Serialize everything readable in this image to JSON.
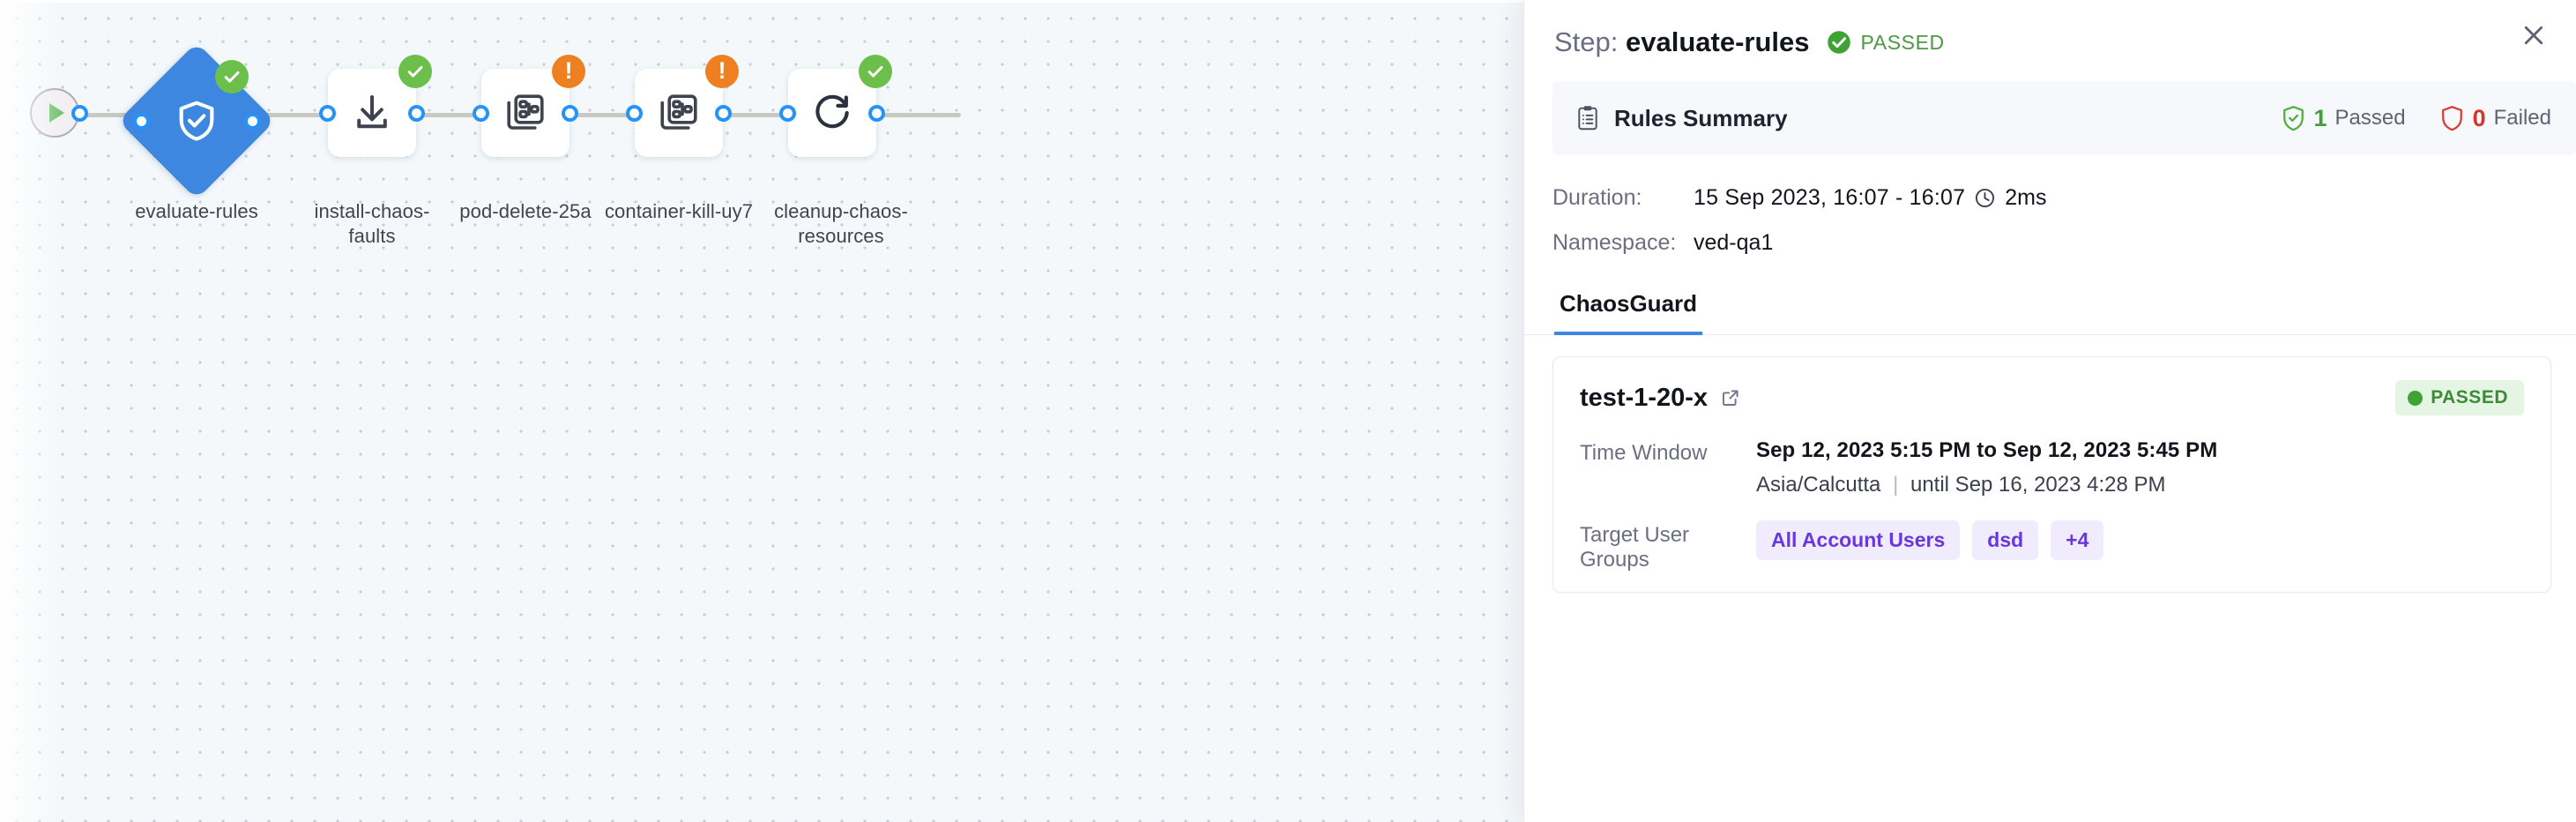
{
  "canvas": {
    "start_node": {
      "name": "start-node",
      "icon": "play-icon"
    },
    "nodes": [
      {
        "id": "evaluate-rules",
        "label": "evaluate-rules",
        "shape": "diamond",
        "icon": "shield-check-icon",
        "status": "success",
        "selected": true
      },
      {
        "id": "install-chaos-faults",
        "label": "install-chaos-\nfaults",
        "shape": "square",
        "icon": "download-icon",
        "status": "success",
        "selected": false
      },
      {
        "id": "pod-delete-25a",
        "label": "pod-delete-25a",
        "shape": "square",
        "icon": "chaos-experiment-icon",
        "status": "warning",
        "selected": false
      },
      {
        "id": "container-kill-uy7",
        "label": "container-kill-uy7",
        "shape": "square",
        "icon": "chaos-experiment-icon",
        "status": "warning",
        "selected": false
      },
      {
        "id": "cleanup-chaos-resources",
        "label": "cleanup-chaos-\nresources",
        "shape": "square",
        "icon": "refresh-icon",
        "status": "success",
        "selected": false
      }
    ]
  },
  "panel": {
    "title_prefix": "Step:",
    "title_name": "evaluate-rules",
    "status_label": "PASSED",
    "status_color": "#4a9a43",
    "close_icon": "close-icon",
    "rules_summary": {
      "icon": "clipboard-icon",
      "title": "Rules Summary",
      "passed_count": "1",
      "passed_label": "Passed",
      "passed_color": "#3fa334",
      "failed_count": "0",
      "failed_label": "Failed",
      "failed_color": "#d9342b"
    },
    "meta": {
      "duration_key": "Duration:",
      "duration_value": "15 Sep 2023, 16:07 - 16:07",
      "duration_clock_icon": "clock-icon",
      "duration_elapsed": "2ms",
      "namespace_key": "Namespace:",
      "namespace_value": "ved-qa1"
    },
    "tabs": [
      {
        "id": "chaosguard",
        "label": "ChaosGuard",
        "active": true
      }
    ],
    "card": {
      "title": "test-1-20-x",
      "external_link_icon": "external-link-icon",
      "status_label": "PASSED",
      "status_bg": "#e4f5e3",
      "status_fg": "#3d8b38",
      "time_window_key": "Time Window",
      "time_window_line1": "Sep 12, 2023 5:15 PM to Sep 12, 2023 5:45 PM",
      "time_window_tz": "Asia/Calcutta",
      "time_window_separator": "|",
      "time_window_until": "until Sep 16, 2023 4:28 PM",
      "target_groups_key": "Target User Groups",
      "target_groups": [
        "All Account Users",
        "dsd",
        "+4"
      ]
    }
  }
}
